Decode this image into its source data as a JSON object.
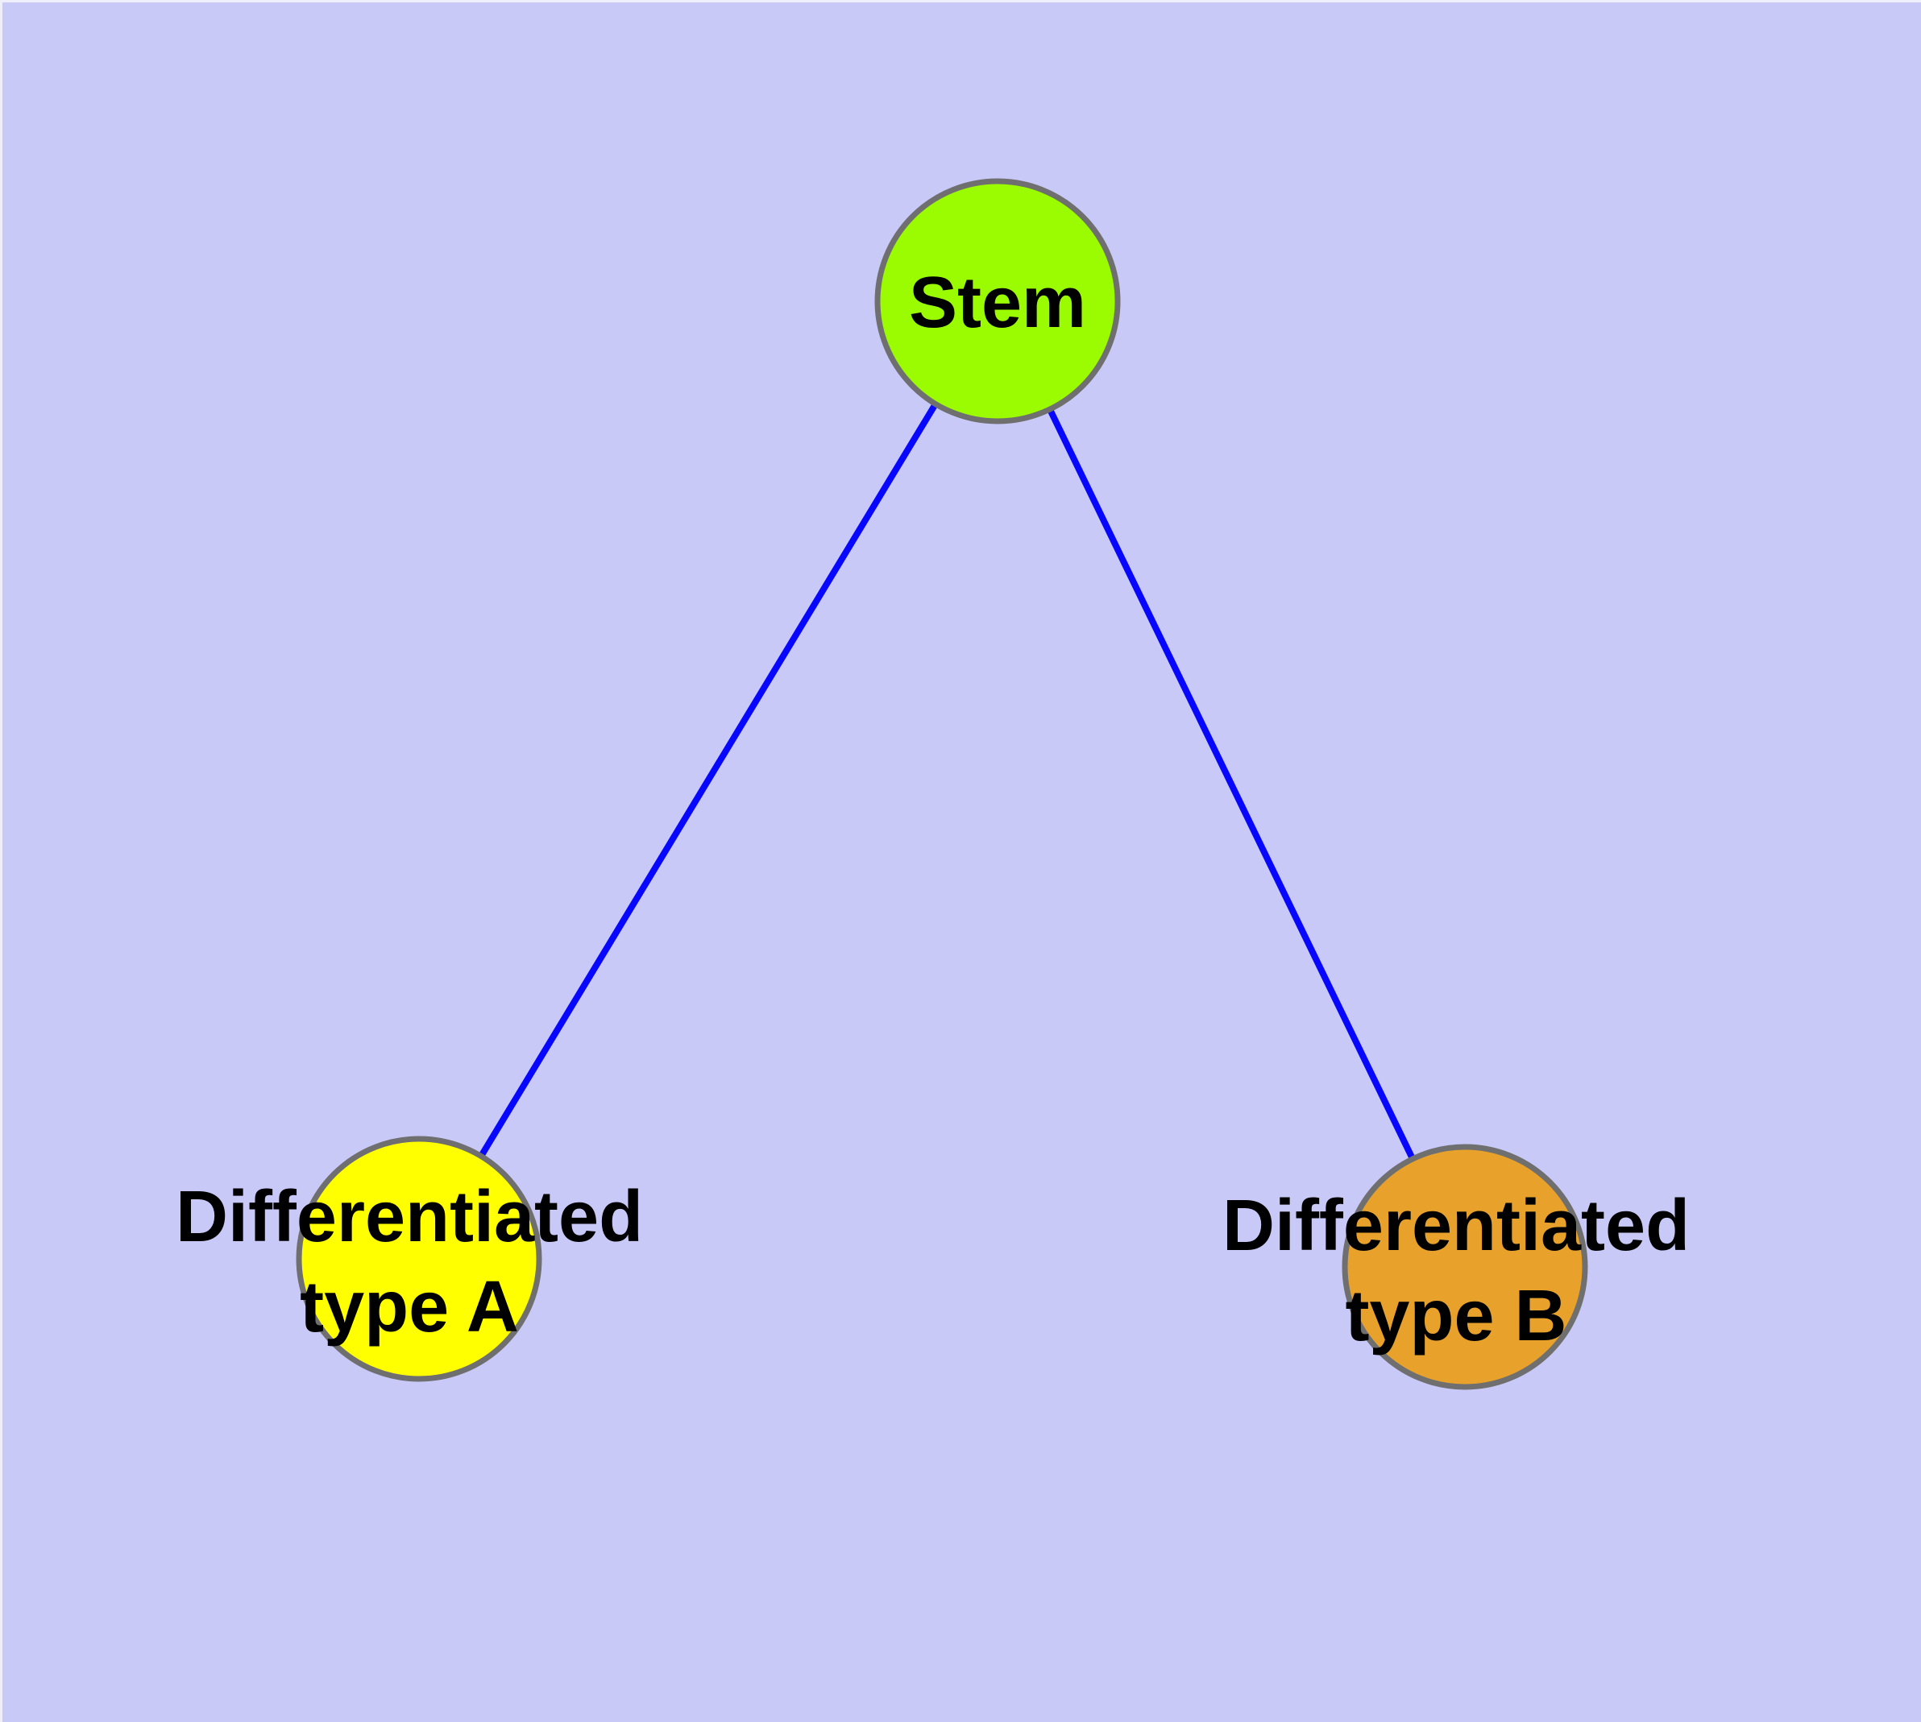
{
  "colors": {
    "background": "#C9C9F8",
    "canvas_edge_highlight": "#EFEFFC",
    "edge": "#0707FF",
    "node_border": "#6F6F6F",
    "label": "#000000",
    "stem_fill": "#9BFB00",
    "type_a_fill": "#FFFF00",
    "type_b_fill": "#E8A22C"
  },
  "nodes": {
    "stem": {
      "label": "Stem"
    },
    "type_a": {
      "label_line1": "Differentiated",
      "label_line2": "type A"
    },
    "type_b": {
      "label_line1": "Differentiated",
      "label_line2": "type B"
    }
  },
  "edges": [
    {
      "from": "stem",
      "to": "type_a"
    },
    {
      "from": "stem",
      "to": "type_b"
    }
  ]
}
